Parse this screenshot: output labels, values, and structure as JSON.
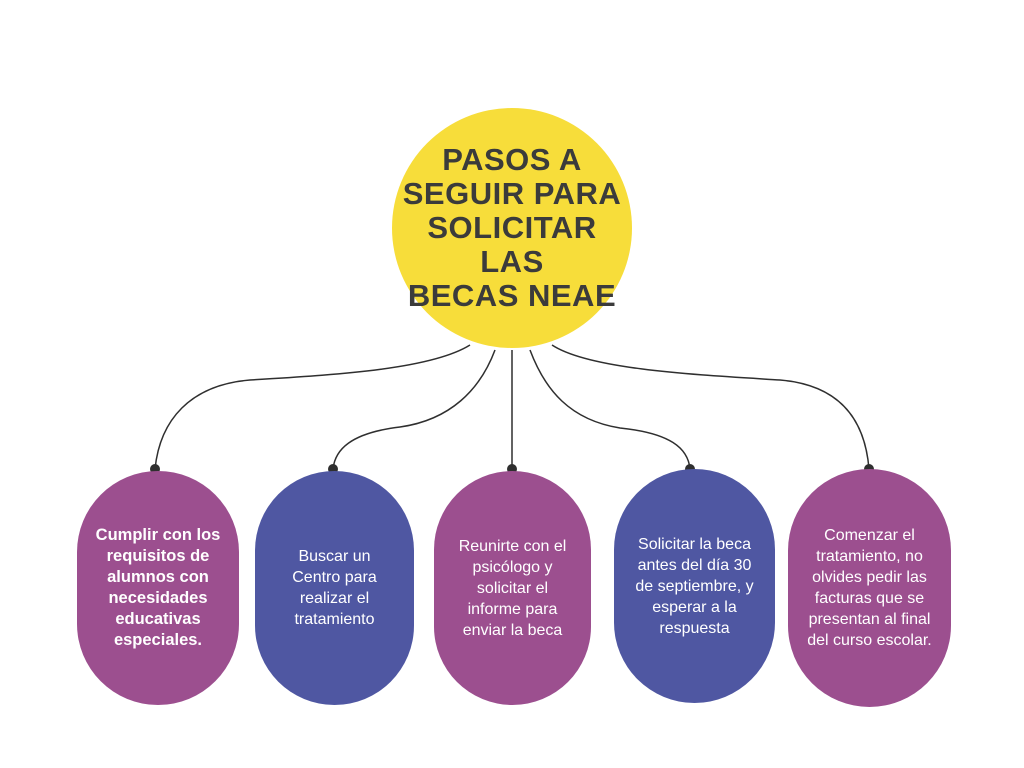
{
  "colors": {
    "center": "#f7dd3a",
    "purple": "#9c4f8f",
    "indigo": "#4f57a2",
    "line": "#2f2f2f"
  },
  "center": {
    "title": "PASOS A\nSEGUIR PARA\nSOLICITAR LAS\nBECAS NEAE"
  },
  "steps": [
    {
      "text": "Cumplir con los\nrequisitos de\nalumnos con\nnecesidades\neducativas\nespeciales.",
      "color": "purple",
      "bold": true
    },
    {
      "text": "Buscar un\nCentro para\nrealizar  el\ntratamiento",
      "color": "indigo",
      "bold": false
    },
    {
      "text": "Reunirte con el\npsicólogo y\nsolicitar el\ninforme para\nenviar la beca",
      "color": "purple",
      "bold": false
    },
    {
      "text": "Solicitar la beca\nantes del día 30\nde septiembre, y\nesperar a la\nrespuesta",
      "color": "indigo",
      "bold": false
    },
    {
      "text": "Comenzar el\ntratamiento, no\nolvides pedir las\nfacturas que se\npresentan al final\ndel curso escolar.",
      "color": "purple",
      "bold": false
    }
  ]
}
